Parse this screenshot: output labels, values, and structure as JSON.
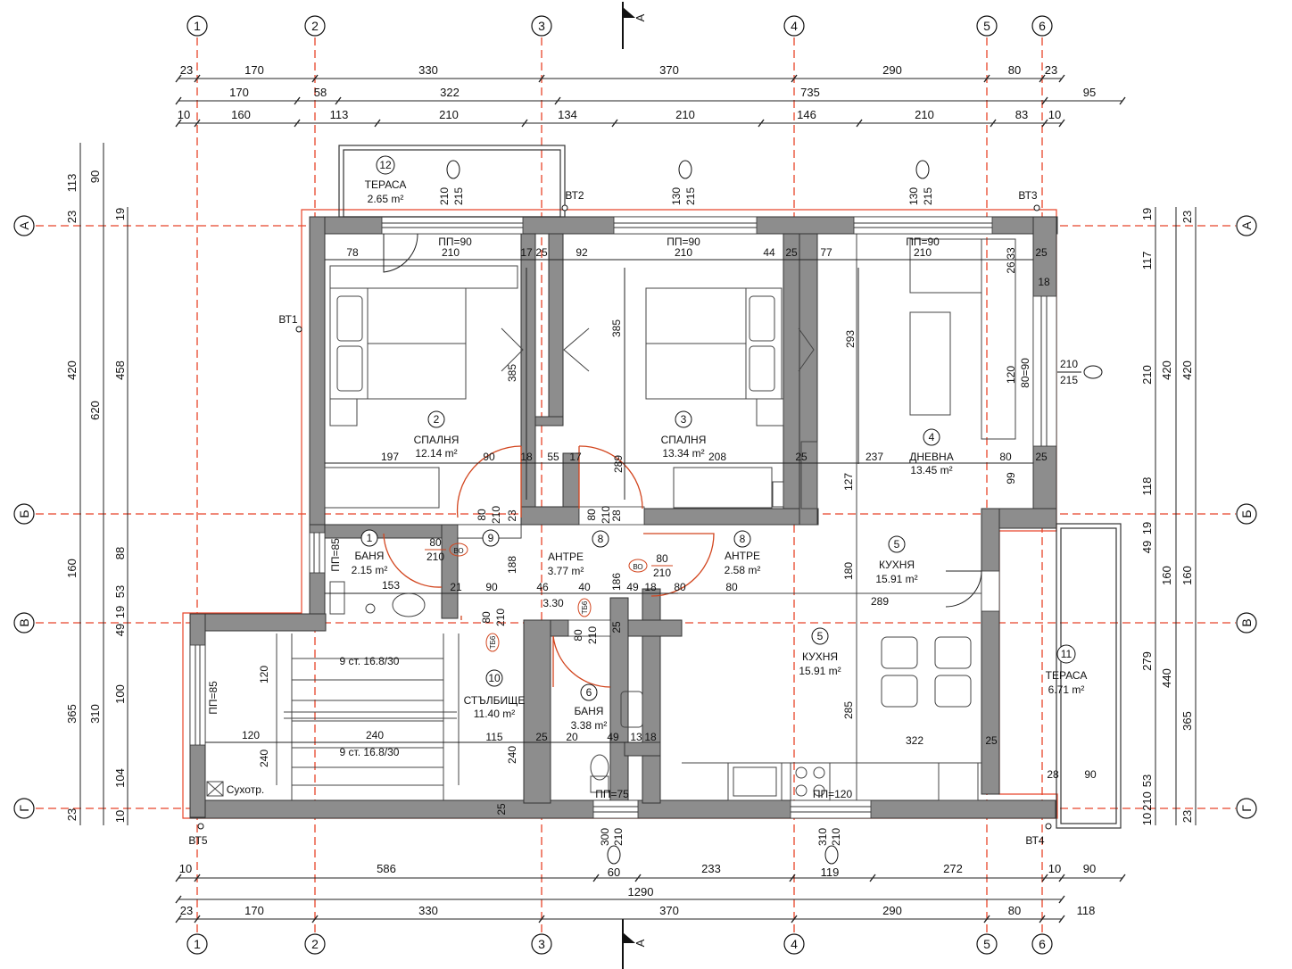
{
  "colors": {
    "wall": "#8d8d8d",
    "line": "#222222",
    "axis": "#e8452a",
    "opening": "#d2451e",
    "background": "#ffffff"
  },
  "axes": {
    "vertical_labels": [
      "1",
      "2",
      "3",
      "4",
      "5",
      "6"
    ],
    "horizontal_labels": [
      "А",
      "Б",
      "В",
      "Г"
    ],
    "section_label": "А"
  },
  "dimensions_top": {
    "row1": [
      "23",
      "170",
      "330",
      "370",
      "290",
      "80",
      "23"
    ],
    "row2": [
      "170",
      "58",
      "322",
      "735",
      "95"
    ],
    "row3": [
      "10",
      "160",
      "113",
      "210",
      "134",
      "210",
      "146",
      "210",
      "83",
      "10"
    ]
  },
  "dimensions_bottom": {
    "row1": [
      "10",
      "586",
      "60",
      "233",
      "119",
      "272",
      "10",
      "90"
    ],
    "row2": [
      "1290"
    ],
    "row3": [
      "23",
      "170",
      "330",
      "370",
      "290",
      "80",
      "118"
    ]
  },
  "dimensions_left": {
    "outer": [
      "113",
      "420",
      "160",
      "365"
    ],
    "mid": [
      "90",
      "620",
      "310"
    ],
    "inner": [
      "19",
      "458",
      "88",
      "53",
      "19",
      "49",
      "100",
      "104",
      "10"
    ],
    "small": [
      "23",
      "23"
    ]
  },
  "dimensions_right": {
    "a": [
      "19",
      "117",
      "210",
      "118",
      "49",
      "19",
      "279",
      "53",
      "10",
      "210"
    ],
    "b": [
      "420",
      "160",
      "440"
    ],
    "c": [
      "23",
      "420",
      "160",
      "365",
      "23"
    ]
  },
  "rooms": [
    {
      "num": "1",
      "name": "БАНЯ",
      "area": "2.15 m²"
    },
    {
      "num": "2",
      "name": "СПАЛНЯ",
      "area": "12.14 m²"
    },
    {
      "num": "3",
      "name": "СПАЛНЯ",
      "area": "13.34 m²"
    },
    {
      "num": "4",
      "name": "ДНЕВНА",
      "area": "13.45 m²"
    },
    {
      "num": "5",
      "name": "КУХНЯ",
      "area": "15.91 m²"
    },
    {
      "num": "5",
      "name": "КУХНЯ",
      "area": "15.91 m²"
    },
    {
      "num": "6",
      "name": "БАНЯ",
      "area": "3.38 m²"
    },
    {
      "num": "8",
      "name": "АНТРЕ",
      "area": "3.77 m²"
    },
    {
      "num": "8",
      "name": "АНТРЕ",
      "area": "2.58 m²"
    },
    {
      "num": "10",
      "name": "СТЪЛБИЩЕ",
      "area": "11.40 m²"
    },
    {
      "num": "11",
      "name": "ТЕРАСА",
      "area": "6.71 m²"
    },
    {
      "num": "12",
      "name": "ТЕРАСА",
      "area": "2.65 m²"
    }
  ],
  "room_markers": [
    "9",
    "8"
  ],
  "windows": [
    "ПП=90",
    "ПП=90",
    "ПП=90",
    "ПП=85",
    "ПП=85",
    "ПП=75",
    "ПП=120"
  ],
  "bt_labels": [
    "ВТ1",
    "ВТ2",
    "ВТ3",
    "ВТ4",
    "ВТ5"
  ],
  "stairs": [
    "9 ст. 16.8/30",
    "9 ст. 16.8/30"
  ],
  "misc": {
    "dryer": "Сухотр.",
    "stair_mid": "3.30",
    "tb": "ТБ6",
    "bo": "ВО"
  },
  "door_tags": [
    {
      "w": "80",
      "h": "210"
    },
    {
      "w": "80",
      "h": "210"
    },
    {
      "w": "80",
      "h": "210"
    },
    {
      "w": "80",
      "h": "210"
    },
    {
      "w": "80",
      "h": "210"
    },
    {
      "w": "80",
      "h": "210"
    },
    {
      "w": "80",
      "h": "210"
    }
  ],
  "window_tags": [
    {
      "h1": "210",
      "h2": "215"
    },
    {
      "h1": "130",
      "h2": "215"
    },
    {
      "h1": "130",
      "h2": "215"
    },
    {
      "h1": "210",
      "h2": "215"
    },
    {
      "h1": "300",
      "h2": "210"
    },
    {
      "h1": "310",
      "h2": "210"
    }
  ],
  "interior_dims": [
    "78",
    "210",
    "17",
    "25",
    "92",
    "210",
    "44",
    "25",
    "77",
    "210",
    "26",
    "33",
    "25",
    "18",
    "385",
    "385",
    "293",
    "197",
    "90",
    "18",
    "55",
    "17",
    "289",
    "208",
    "25",
    "237",
    "80",
    "25",
    "127",
    "99",
    "120",
    "80=90",
    "153",
    "21",
    "90",
    "46",
    "40",
    "186",
    "49",
    "18",
    "80",
    "80",
    "188",
    "23",
    "28",
    "25",
    "180",
    "289",
    "120",
    "240",
    "120",
    "115",
    "25",
    "20",
    "49",
    "13",
    "18",
    "322",
    "240",
    "240",
    "285",
    "25",
    "25",
    "28",
    "90"
  ]
}
